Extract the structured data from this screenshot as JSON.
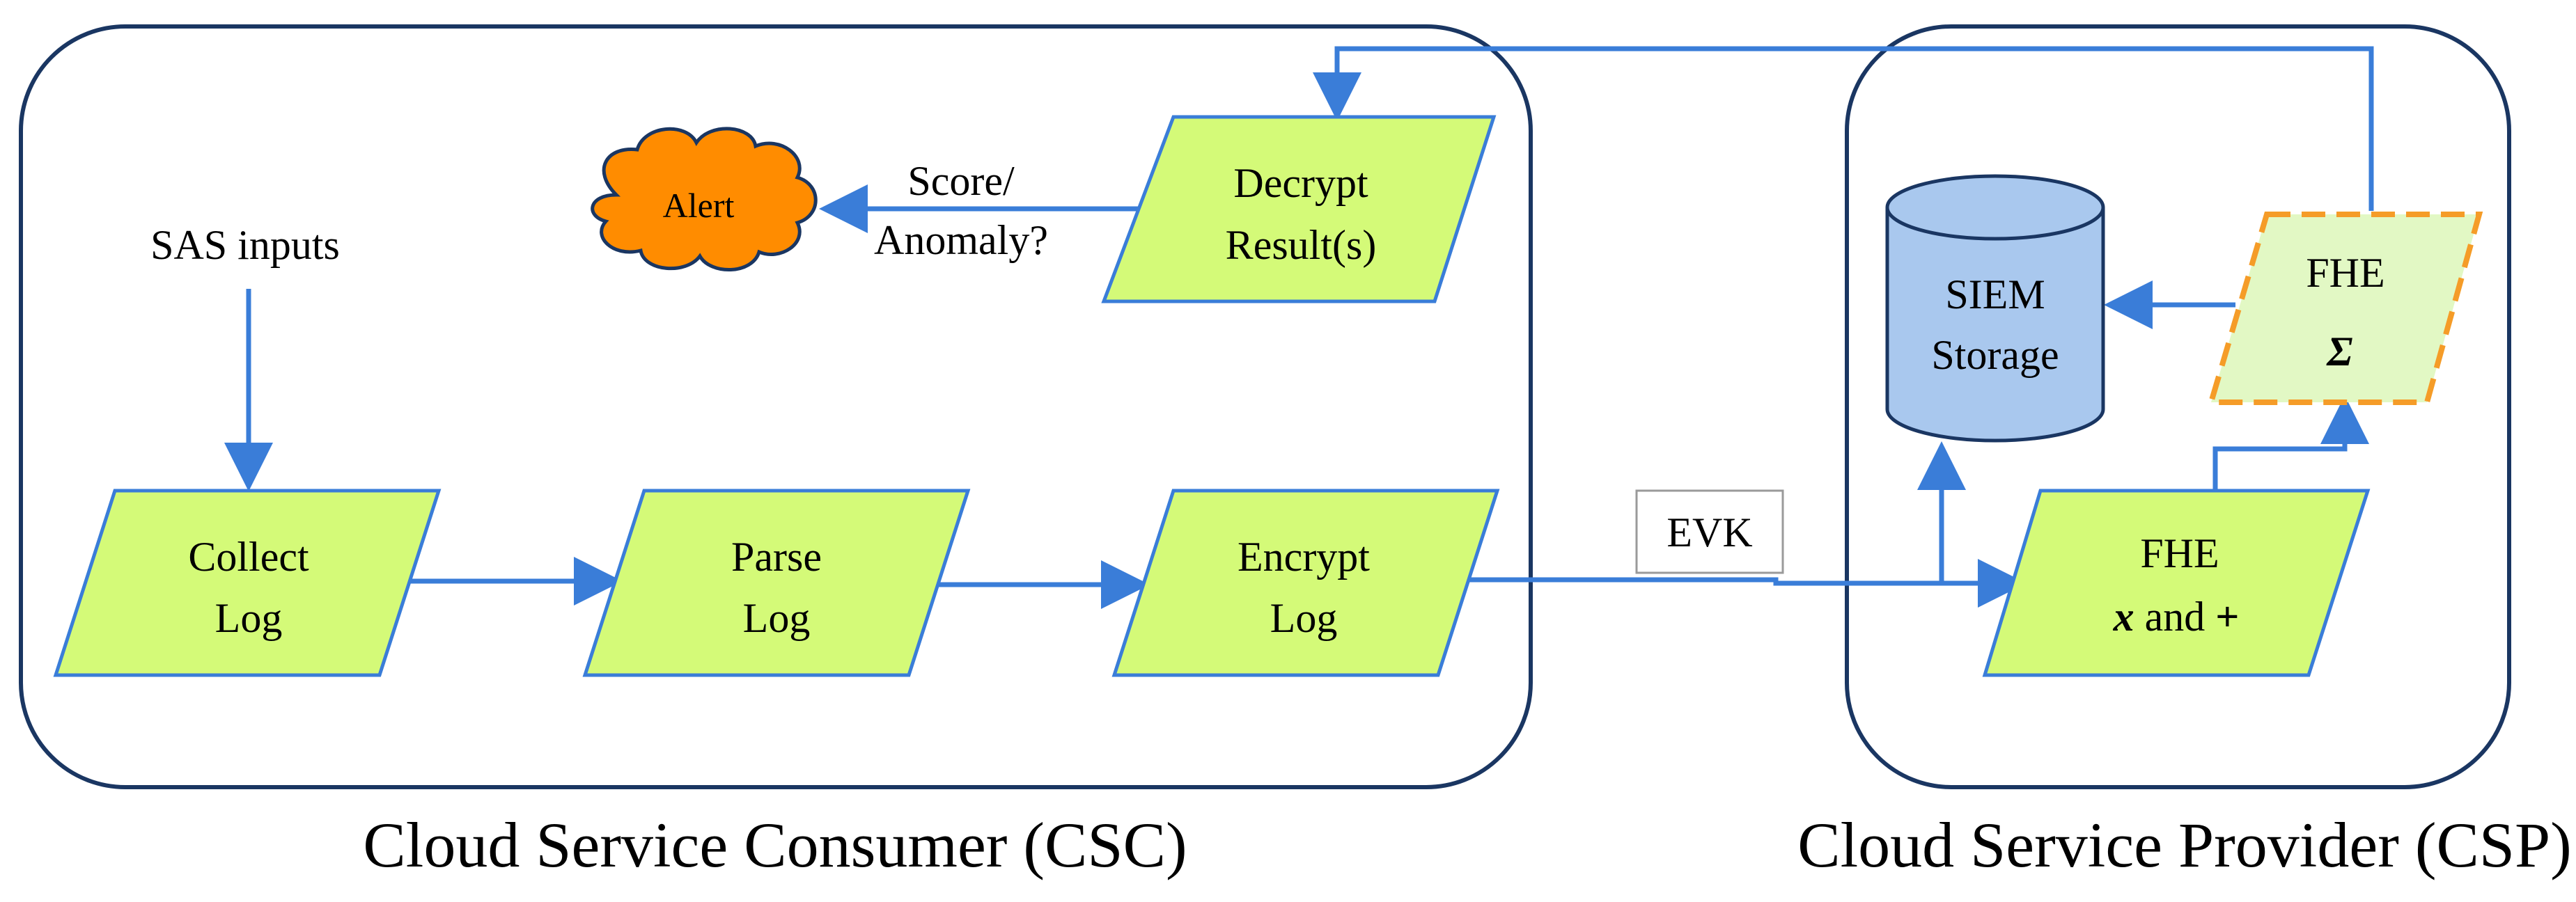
{
  "regions": {
    "consumer": {
      "label": "Cloud Service Consumer (CSC)"
    },
    "provider": {
      "label": "Cloud Service Provider (CSP)"
    }
  },
  "nodes": {
    "sas_inputs": "SAS inputs",
    "collect_log": {
      "line1": "Collect",
      "line2": "Log"
    },
    "parse_log": {
      "line1": "Parse",
      "line2": "Log"
    },
    "encrypt_log": {
      "line1": "Encrypt",
      "line2": "Log"
    },
    "decrypt_results": {
      "line1": "Decrypt",
      "line2": "Result(s)"
    },
    "alert": "Alert",
    "score_label": {
      "line1": "Score/",
      "line2": "Anomaly?"
    },
    "evk": "EVK",
    "fhe_mult_add": {
      "line1": "FHE",
      "line2_bold1": "x",
      "line2_mid": " and ",
      "line2_bold2": "+"
    },
    "fhe_sum": {
      "line1": "FHE",
      "line2": "Σ"
    },
    "siem_storage": {
      "line1": "SIEM",
      "line2": "Storage"
    }
  },
  "colors": {
    "region_border": "#1a3662",
    "parallelogram_fill": "#d4fa78",
    "parallelogram_border": "#3a7dd8",
    "arrow": "#3a7dd8",
    "alert_fill": "#ff8c00",
    "sum_fill": "#e2f8c4",
    "sum_border": "#f59c28",
    "cylinder_fill": "#a9c8ee",
    "cylinder_border": "#1a3662",
    "evk_border": "#9a9a9a"
  }
}
